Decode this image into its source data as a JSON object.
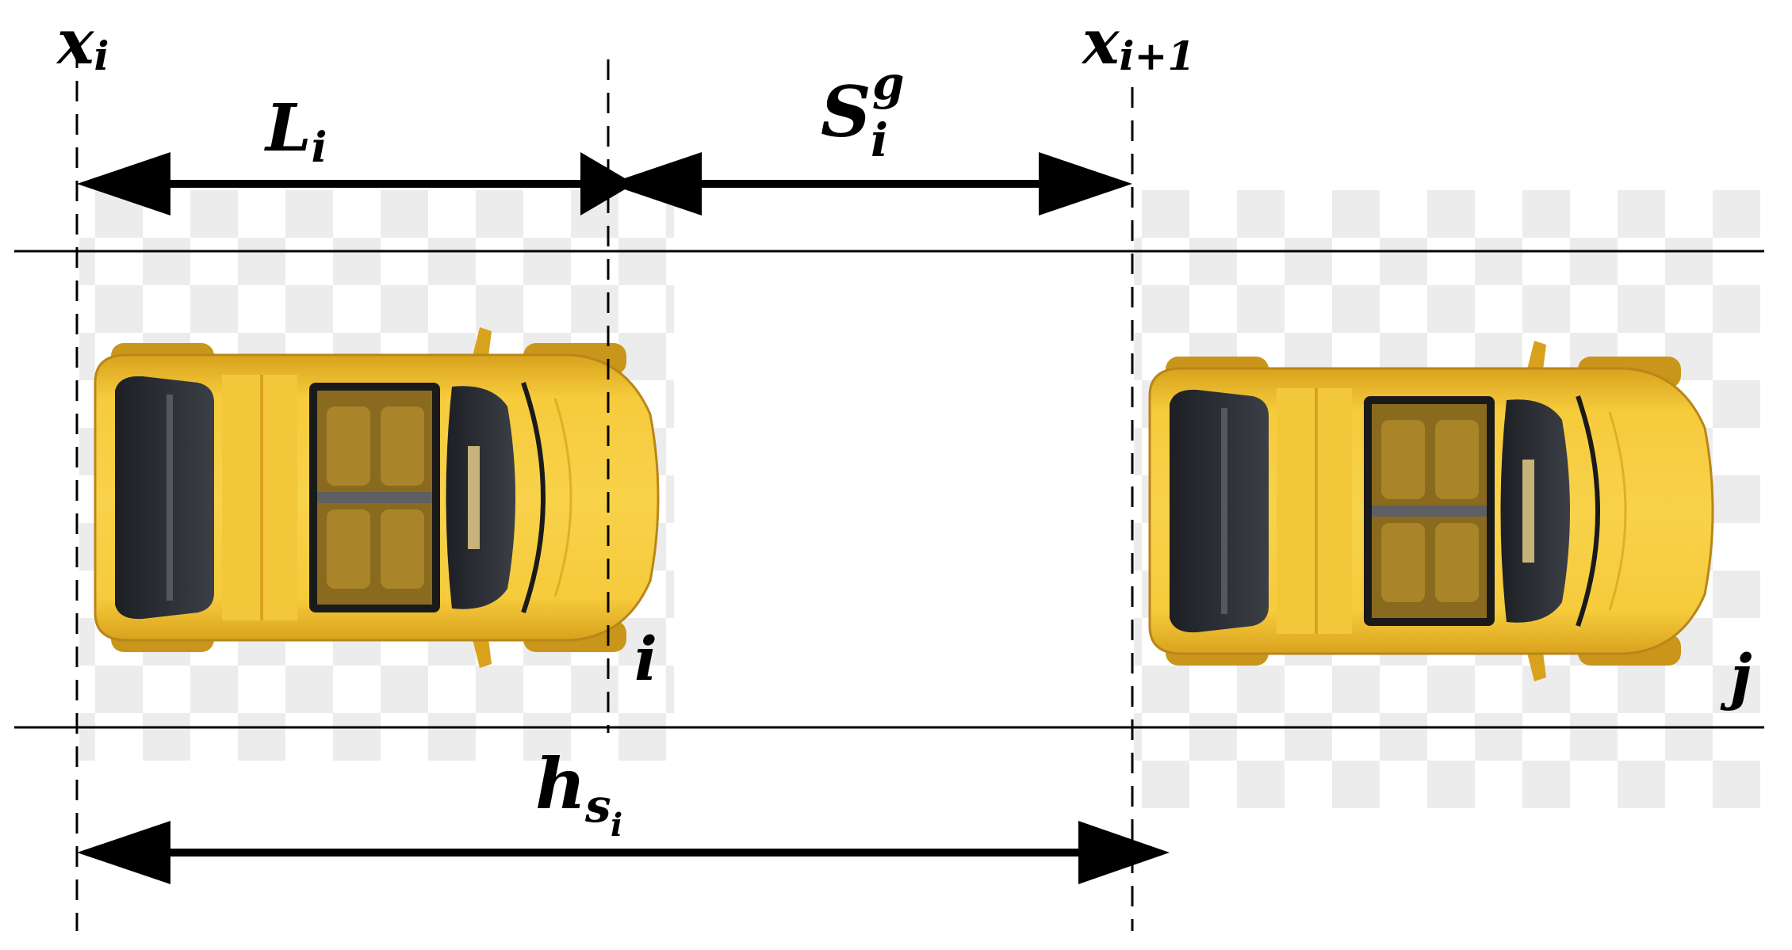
{
  "labels": {
    "x_i": {
      "main": "x",
      "sub": "i"
    },
    "x_i1": {
      "main": "x",
      "sub": "i+1"
    },
    "L_i": {
      "main": "L",
      "sub": "i"
    },
    "S_i_g": {
      "main": "S",
      "sup": "g",
      "sub": "i"
    },
    "h_s_i": {
      "main": "h",
      "sub": "s",
      "subsub": "i"
    },
    "vehicle_i": "i",
    "vehicle_j": "j"
  },
  "colors": {
    "car_body": "#f2c233",
    "car_shadow": "#c9951a",
    "glass": "#2a2d33",
    "interior": "#8a6a1e",
    "line": "#000000",
    "checker": "#ececec"
  }
}
